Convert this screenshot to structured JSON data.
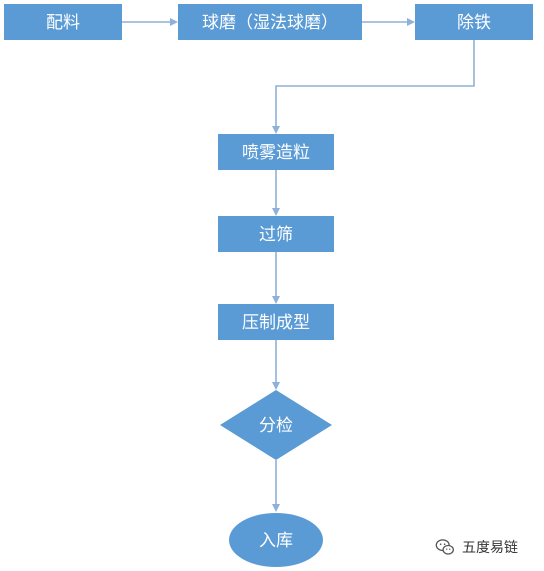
{
  "diagram": {
    "nodes": {
      "batching": "配料",
      "ball_milling": "球磨（湿法球磨）",
      "iron_removal": "除铁",
      "spray_granulation": "喷雾造粒",
      "sieving": "过筛",
      "pressing": "压制成型",
      "sorting": "分检",
      "warehousing": "入库"
    },
    "colors": {
      "node_fill": "#5b9bd5",
      "node_text": "#ffffff",
      "edge": "#8fb1d8"
    }
  },
  "watermark": {
    "text": "五度易链",
    "icon": "wechat-icon"
  }
}
